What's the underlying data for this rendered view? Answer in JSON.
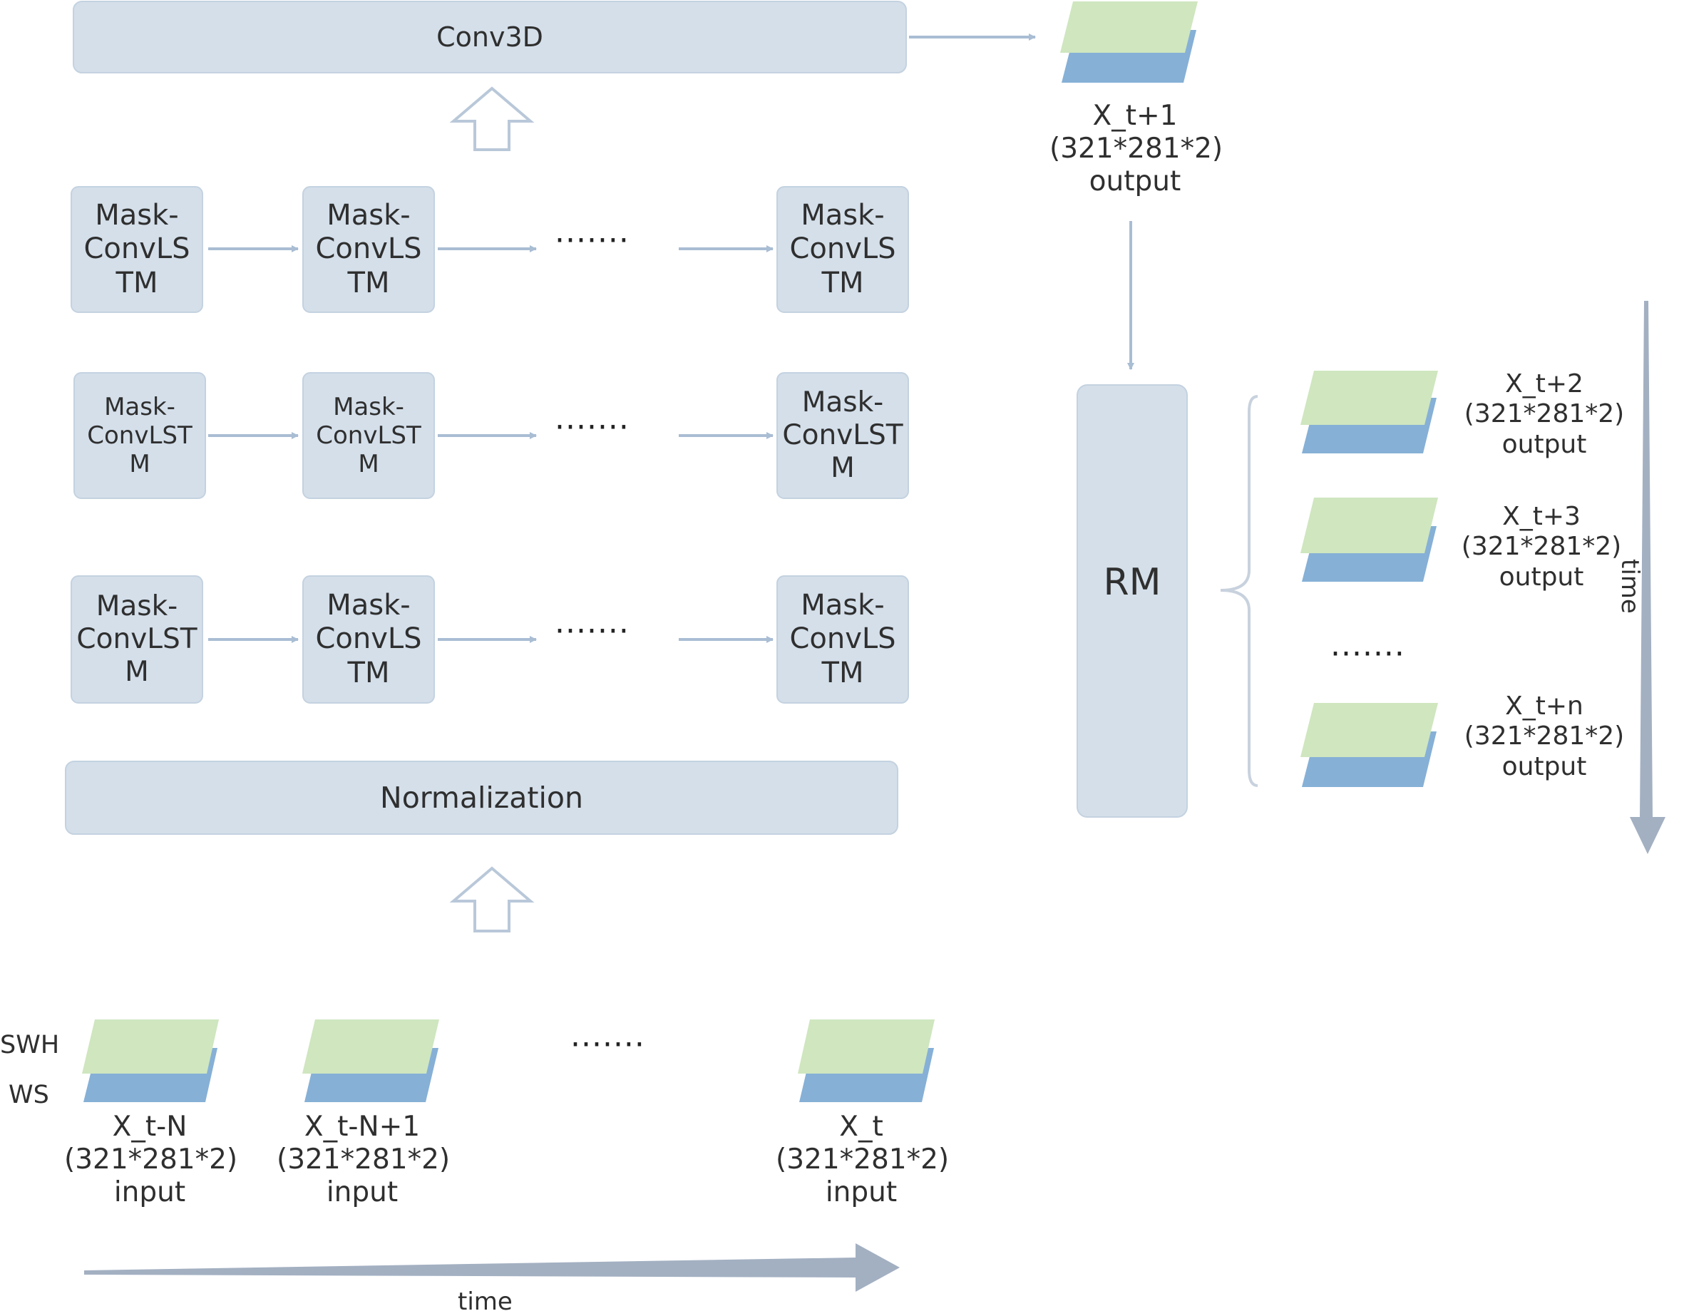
{
  "blocks": {
    "conv3d": "Conv3D",
    "normalization": "Normalization",
    "rm": "RM"
  },
  "rows": [
    {
      "cells": [
        "Mask-\nConvLS\nTM",
        "Mask-\nConvLS\nTM",
        "Mask-\nConvLS\nTM"
      ]
    },
    {
      "cells": [
        "Mask-\nConvLST\nM",
        "Mask-\nConvLST\nM",
        "Mask-\nConvLST\nM"
      ]
    },
    {
      "cells": [
        "Mask-\nConvLST\nM",
        "Mask-\nConvLS\nTM",
        "Mask-\nConvLS\nTM"
      ]
    }
  ],
  "ellipsis": "·······",
  "channels": {
    "top": "SWH",
    "bottom": "WS"
  },
  "inputs": [
    {
      "name": "X_t-N",
      "shape": "(321*281*2)",
      "role": "input"
    },
    {
      "name": "X_t-N+1",
      "shape": "(321*281*2)",
      "role": "input"
    },
    {
      "name": "X_t",
      "shape": "(321*281*2)",
      "role": "input"
    }
  ],
  "first_output": {
    "name": "X_t+1",
    "shape": "(321*281*2)",
    "role": "output"
  },
  "rm_outputs": [
    {
      "name": "X_t+2",
      "shape": "(321*281*2)",
      "role": "output"
    },
    {
      "name": "X_t+3",
      "shape": "(321*281*2)",
      "role": "output"
    },
    {
      "name": "X_t+n",
      "shape": "(321*281*2)",
      "role": "output"
    }
  ],
  "time_axis": {
    "bottom": "time",
    "right": "time"
  },
  "colors": {
    "block": "#d4dfea",
    "arrow": "#a9bdd3",
    "layer_top": "#cfe6bf",
    "layer_bottom": "#86b0d6",
    "time_arrow": "#a3b0c2"
  }
}
